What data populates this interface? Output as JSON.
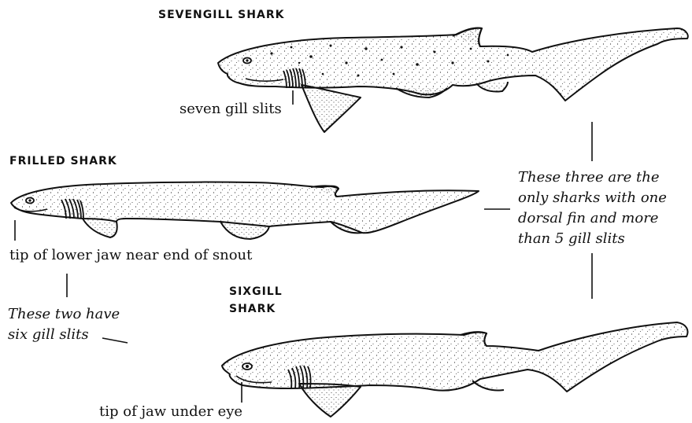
{
  "sharks": {
    "sevengill": {
      "title": "SEVENGILL SHARK",
      "label": "seven gill slits",
      "icon": "sevengill-shark-illustration"
    },
    "frilled": {
      "title": "FRILLED SHARK",
      "label": "tip of lower jaw near end of snout",
      "icon": "frilled-shark-illustration"
    },
    "sixgill": {
      "title_line1": "SIXGILL",
      "title_line2": "SHARK",
      "label": "tip of jaw under eye",
      "icon": "sixgill-shark-illustration"
    }
  },
  "notes": {
    "three": {
      "lines": [
        "These three are the",
        "only sharks with one",
        "dorsal fin and more",
        "than 5 gill slits"
      ]
    },
    "two": {
      "lines": [
        "These two have",
        "six gill slits"
      ]
    }
  },
  "colors": {
    "ink": "#111111",
    "paper": "#ffffff"
  }
}
